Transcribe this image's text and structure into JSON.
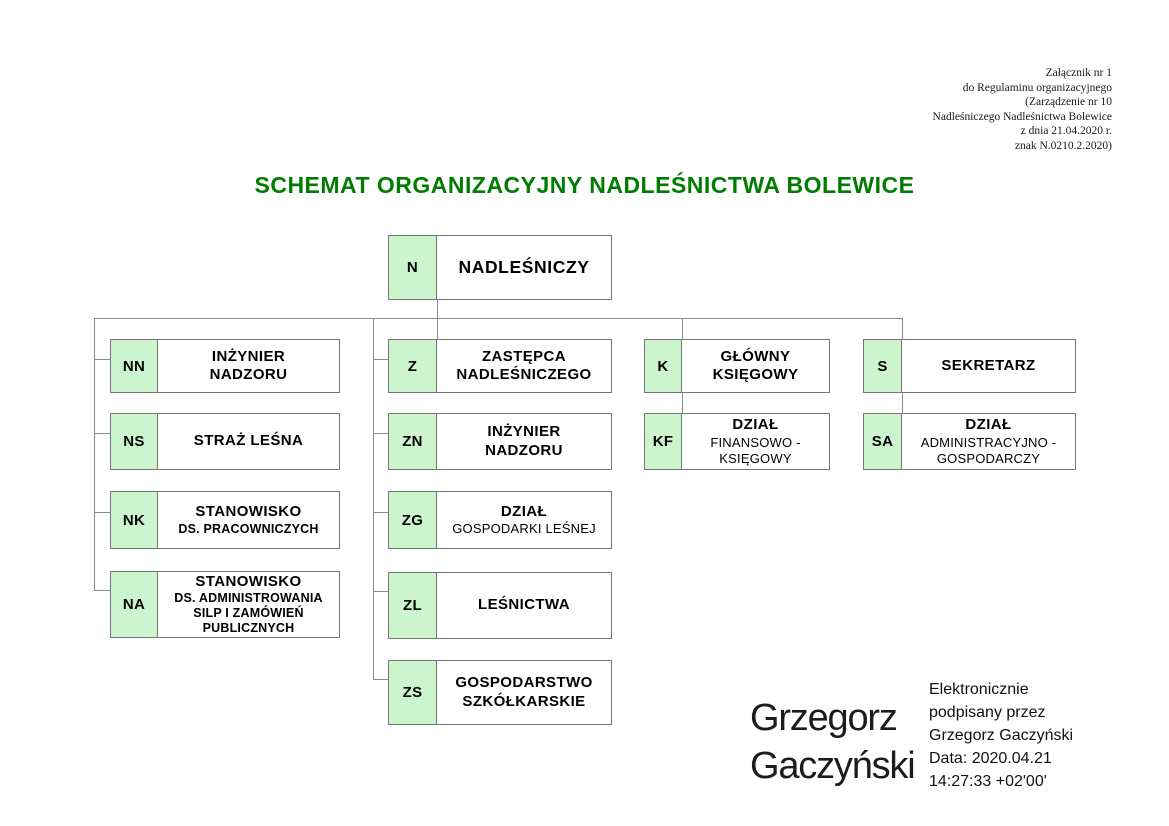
{
  "annotation": {
    "lines": [
      "Załącznik nr 1",
      "do Regulaminu organizacyjnego",
      "(Zarządzenie nr 10",
      "Nadleśniczego Nadleśnictwa Bolewice",
      "z dnia 21.04.2020 r.",
      "znak N.0210.2.2020)"
    ]
  },
  "title": "SCHEMAT ORGANIZACYJNY NADLEŚNICTWA BOLEWICE",
  "org": {
    "root": {
      "code": "N",
      "label": [
        "NADLEŚNICZY"
      ]
    },
    "n_children": [
      {
        "code": "NN",
        "label": [
          "INŻYNIER",
          "NADZORU"
        ]
      },
      {
        "code": "NS",
        "label": [
          "STRAŻ LEŚNA"
        ]
      },
      {
        "code": "NK",
        "label": [
          "STANOWISKO",
          "DS. PRACOWNICZYCH"
        ]
      },
      {
        "code": "NA",
        "label": [
          "STANOWISKO",
          "DS. ADMINISTROWANIA",
          "SILP I ZAMÓWIEŃ",
          "PUBLICZNYCH"
        ]
      }
    ],
    "z": {
      "code": "Z",
      "label": [
        "ZASTĘPCA",
        "NADLEŚNICZEGO"
      ]
    },
    "z_children": [
      {
        "code": "ZN",
        "label": [
          "INŻYNIER",
          "NADZORU"
        ]
      },
      {
        "code": "ZG",
        "label": [
          "DZIAŁ",
          "GOSPODARKI LEŚNEJ"
        ]
      },
      {
        "code": "ZL",
        "label": [
          "LEŚNICTWA"
        ]
      },
      {
        "code": "ZS",
        "label": [
          "GOSPODARSTWO",
          "SZKÓŁKARSKIE"
        ]
      }
    ],
    "k": {
      "code": "K",
      "label": [
        "GŁÓWNY",
        "KSIĘGOWY"
      ]
    },
    "k_children": [
      {
        "code": "KF",
        "label": [
          "DZIAŁ",
          "FINANSOWO -",
          "KSIĘGOWY"
        ]
      }
    ],
    "s": {
      "code": "S",
      "label": [
        "SEKRETARZ"
      ]
    },
    "s_children": [
      {
        "code": "SA",
        "label": [
          "DZIAŁ",
          "ADMINISTRACYJNO -",
          "GOSPODARCZY"
        ]
      }
    ]
  },
  "signature": {
    "name_lines": [
      "Grzegorz",
      "Gaczyński"
    ],
    "info_lines": [
      "Elektronicznie",
      "podpisany przez",
      "Grzegorz Gaczyński",
      "Data: 2020.04.21",
      "14:27:33 +02'00'"
    ]
  },
  "colors": {
    "title_green": "#007d00",
    "cell_green": "#ccf5cd",
    "line_gray": "#8a8a8a",
    "box_border_gray": "#767676"
  }
}
